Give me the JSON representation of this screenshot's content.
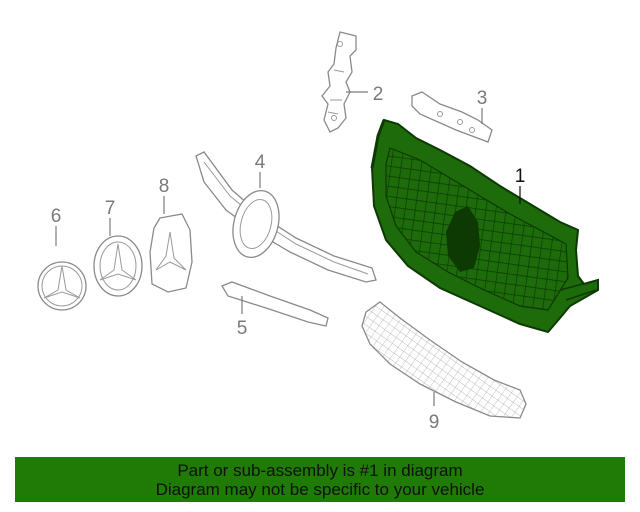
{
  "callouts": [
    "1",
    "2",
    "3",
    "4",
    "5",
    "6",
    "7",
    "8",
    "9"
  ],
  "banner": {
    "line1": "Part or sub-assembly is #1 in diagram",
    "line2": "Diagram may not be specific to your vehicle"
  },
  "colors": {
    "highlight": "#1d6b0a",
    "highlight_dark": "#0d3a03",
    "banner_bg": "#1f7a06",
    "line_art": "#8a8a8a"
  }
}
